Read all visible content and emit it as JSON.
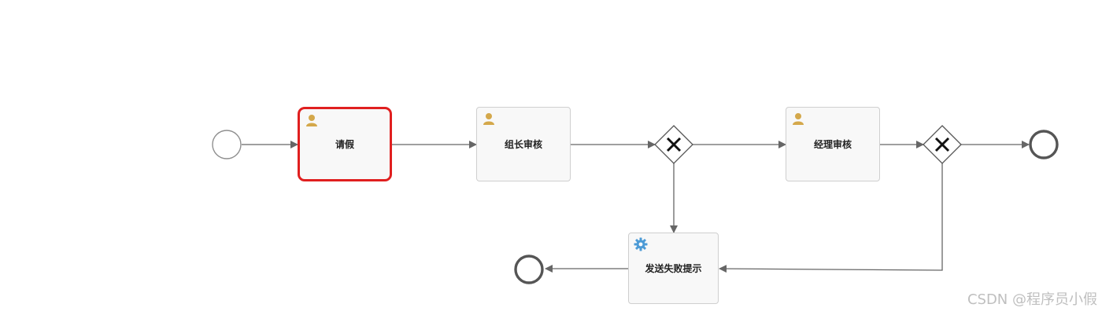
{
  "diagram": {
    "tasks": [
      {
        "id": "task-leave-request",
        "label": "请假",
        "icon": "user-icon",
        "selected": true
      },
      {
        "id": "task-team-lead-review",
        "label": "组长审核",
        "icon": "user-icon",
        "selected": false
      },
      {
        "id": "task-manager-review",
        "label": "经理审核",
        "icon": "user-icon",
        "selected": false
      },
      {
        "id": "task-send-failure-notice",
        "label": "发送失败提示",
        "icon": "gear-icon",
        "selected": false
      }
    ],
    "gateways": [
      {
        "id": "gateway-1",
        "type": "exclusive",
        "icon": "x-icon"
      },
      {
        "id": "gateway-2",
        "type": "exclusive",
        "icon": "x-icon"
      }
    ],
    "events": [
      {
        "id": "start-event",
        "type": "start"
      },
      {
        "id": "end-event-main",
        "type": "end"
      },
      {
        "id": "end-event-failure",
        "type": "end"
      }
    ],
    "colors": {
      "selected_border": "#e01f1f",
      "task_border": "#cfcfcf",
      "task_fill": "#f8f8f8",
      "edge": "#666666",
      "user_icon": "#d4a84b",
      "gear_icon": "#4d9bd6"
    }
  },
  "watermark": "CSDN @程序员小假"
}
